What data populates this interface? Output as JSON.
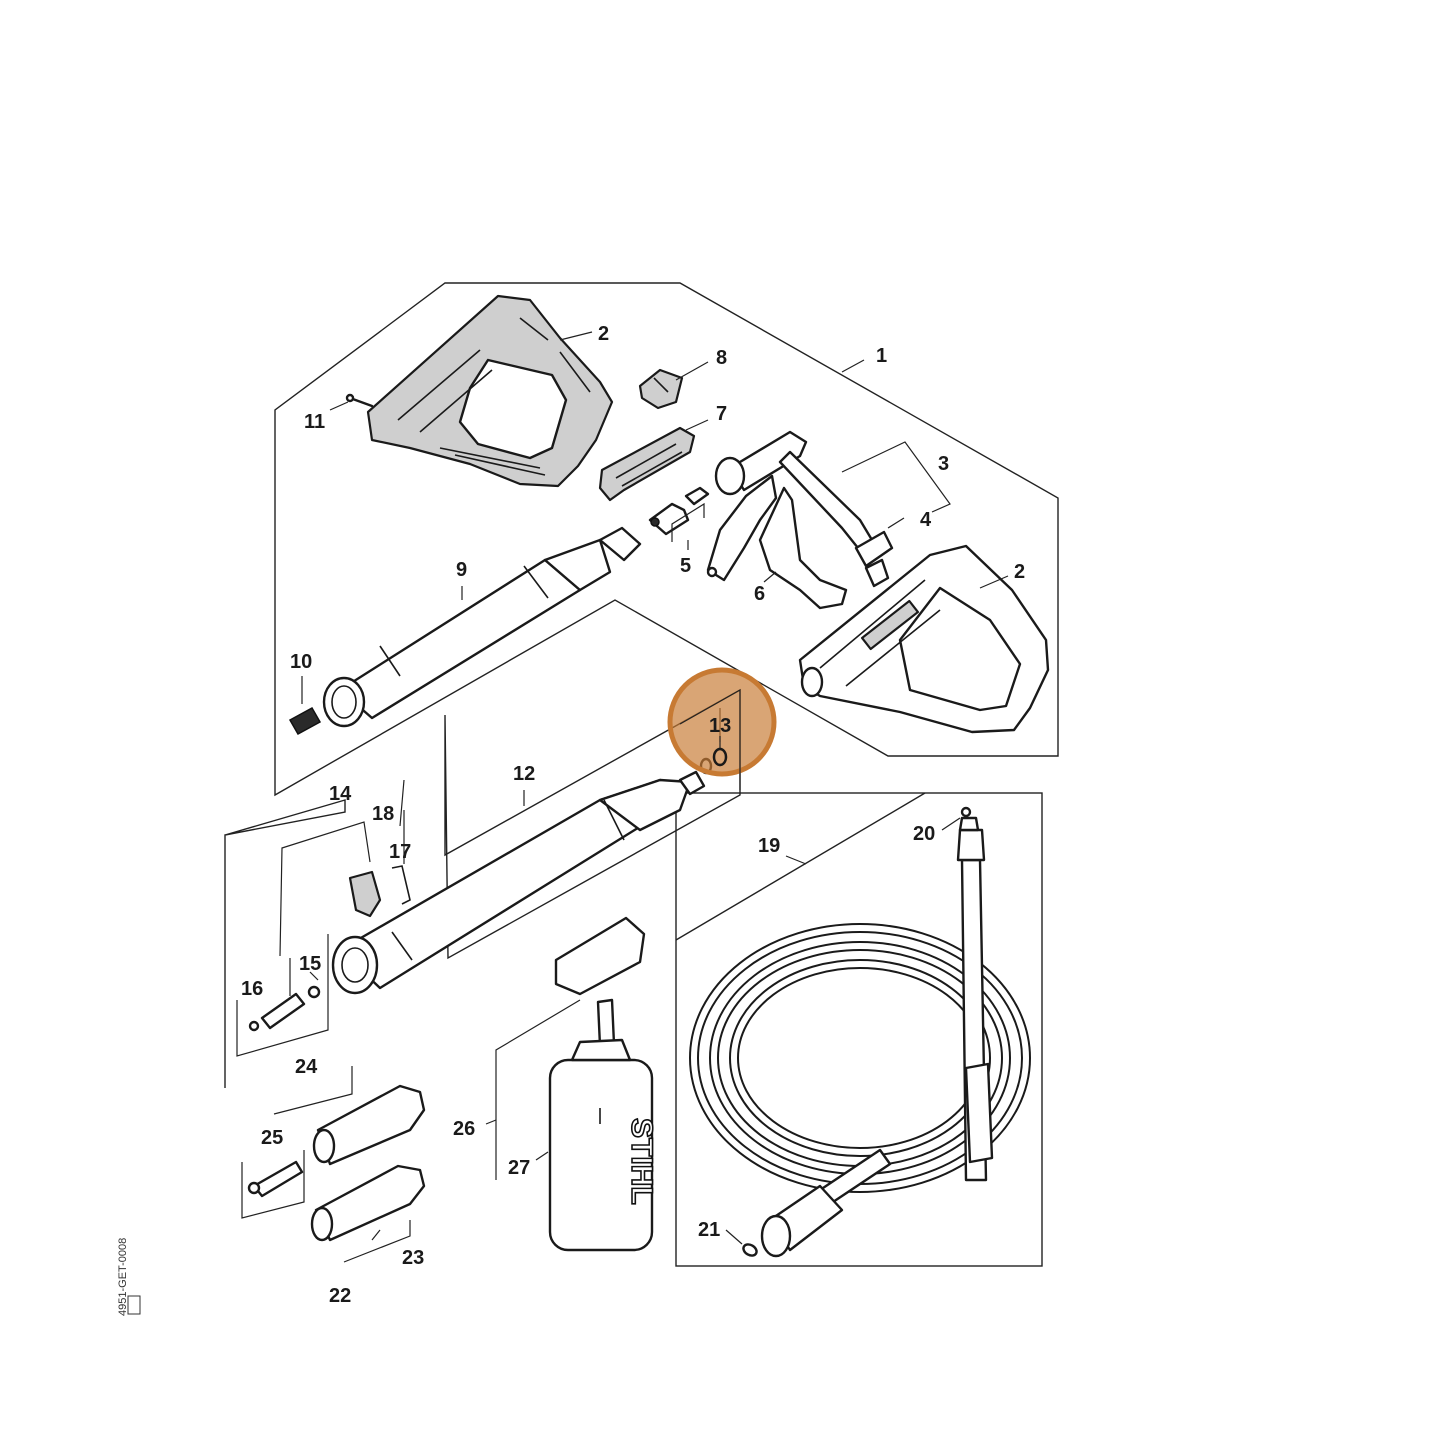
{
  "diagram": {
    "labels": {
      "p1": "1",
      "p2a": "2",
      "p2b": "2",
      "p3": "3",
      "p4": "4",
      "p5": "5",
      "p6": "6",
      "p7": "7",
      "p8": "8",
      "p9": "9",
      "p10": "10",
      "p11": "11",
      "p12": "12",
      "p13": "13",
      "p14": "14",
      "p15": "15",
      "p16": "16",
      "p17": "17",
      "p18": "18",
      "p19": "19",
      "p20": "20",
      "p21": "21",
      "p22": "22",
      "p23": "23",
      "p24": "24",
      "p25": "25",
      "p26": "26",
      "p27": "27"
    },
    "brand_text": "STIHL",
    "highlight": {
      "part": "13",
      "color": "#C77A33"
    },
    "drawing_code": "4951-GET-0008"
  }
}
